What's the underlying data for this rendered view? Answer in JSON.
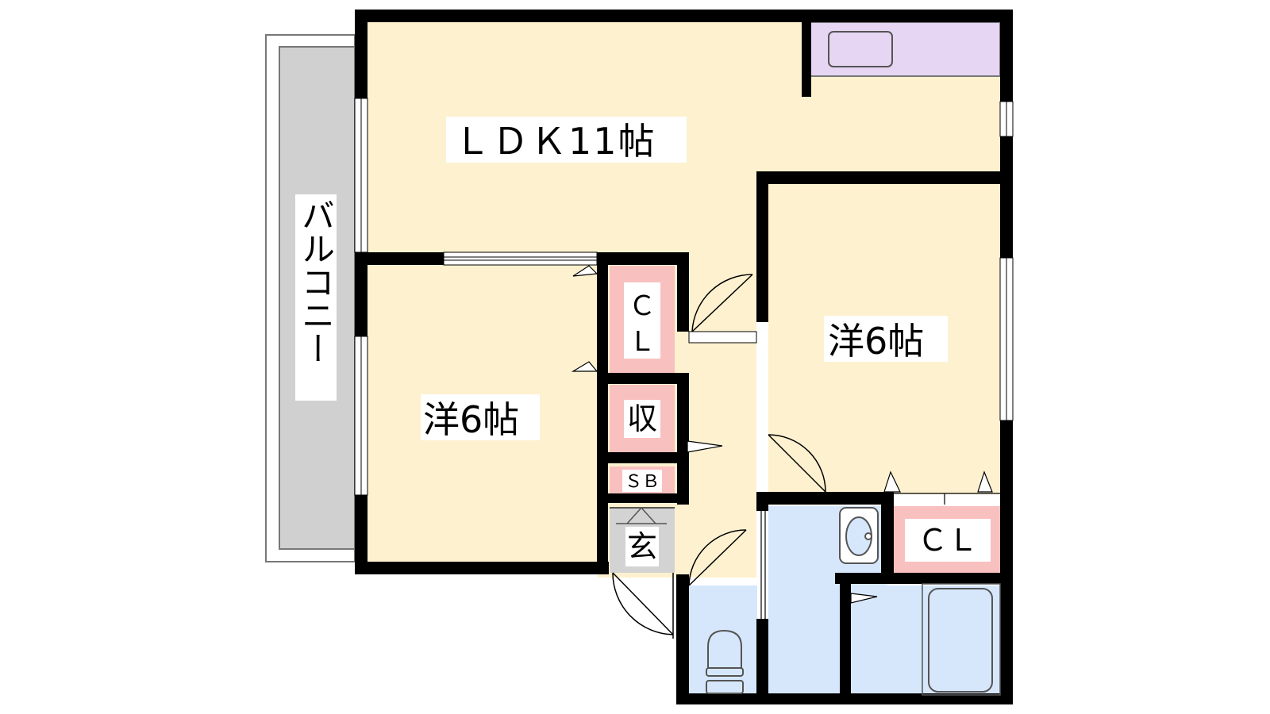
{
  "rooms": {
    "ldk": "ＬＤＫ11帖",
    "western_right": "洋6帖",
    "western_left": "洋6帖",
    "balcony": "バルコニー",
    "closet_left": [
      "Ｃ",
      "Ｌ"
    ],
    "storage": "収",
    "shoe_box": "ＳＢ",
    "entrance": "玄",
    "closet_right": "ＣＬ"
  },
  "colors": {
    "living_room": "#fdf1cf",
    "closet": "#f9c0c0",
    "wet_area": "#d6e7fb",
    "kitchen_counter": "#e6d6f3",
    "balcony": "#d0d0d0",
    "entrance_floor": "#d3d3d3",
    "wall": "#000000"
  },
  "icons": [
    "kitchen-sink-icon",
    "washbasin-icon",
    "toilet-icon",
    "bathtub-icon",
    "door-swing-icon"
  ]
}
